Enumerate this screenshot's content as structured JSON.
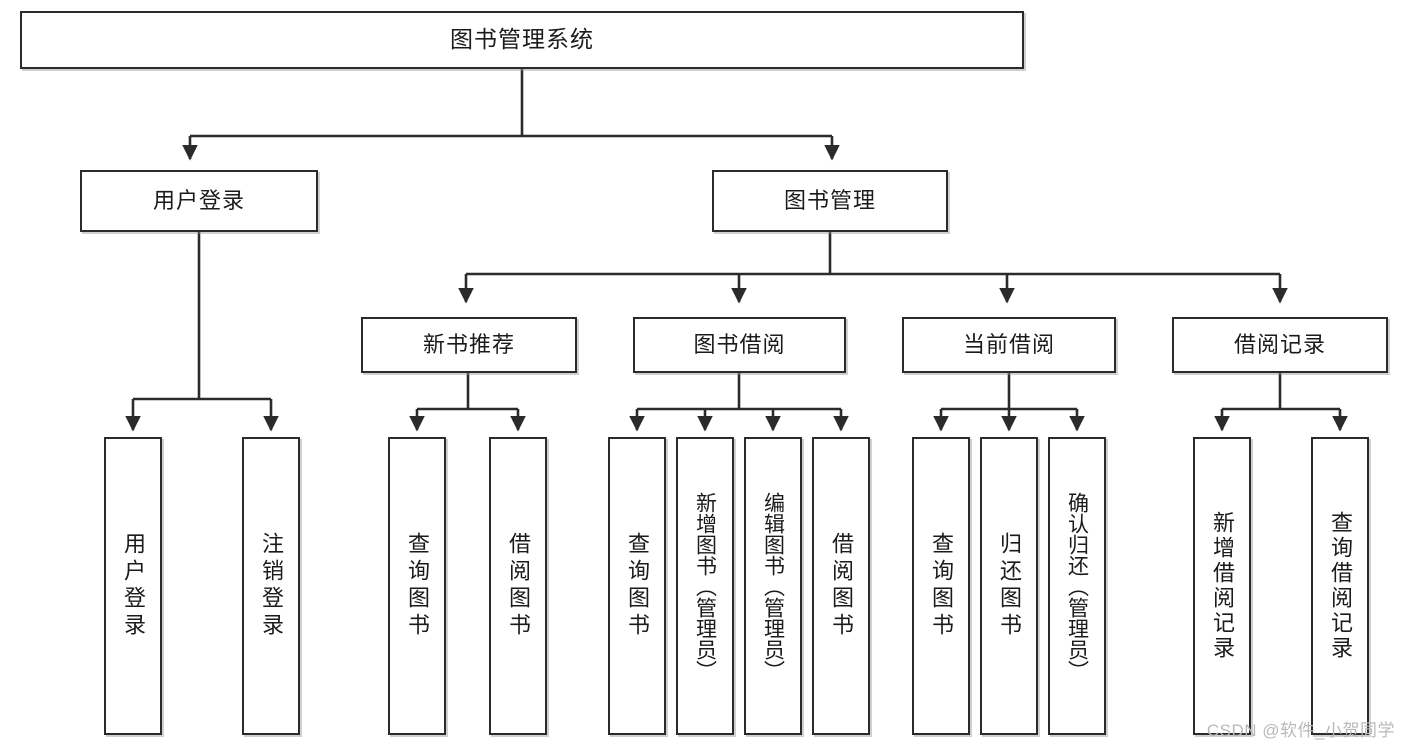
{
  "diagram": {
    "title": "图书管理系统",
    "watermark": "CSDN @软件_小贺同学",
    "colors": {
      "stroke": "#2b2b2b",
      "fill": "#ffffff",
      "text": "#1b1b1b",
      "watermark": "#b9b9b9"
    },
    "nodes": {
      "root": {
        "label": "图书管理系统"
      },
      "level1": [
        {
          "id": "user-login",
          "label": "用户登录"
        },
        {
          "id": "book-manage",
          "label": "图书管理"
        }
      ],
      "level2": [
        {
          "id": "new-book-recommend",
          "label": "新书推荐"
        },
        {
          "id": "book-borrow",
          "label": "图书借阅"
        },
        {
          "id": "current-borrow",
          "label": "当前借阅"
        },
        {
          "id": "borrow-record",
          "label": "借阅记录"
        }
      ],
      "leaves": {
        "user-login": [
          {
            "id": "leaf-user-login",
            "label": "用户登录"
          },
          {
            "id": "leaf-logout",
            "label": "注销登录"
          }
        ],
        "new-book-recommend": [
          {
            "id": "leaf-query-book-1",
            "label": "查询图书"
          },
          {
            "id": "leaf-borrow-book-1",
            "label": "借阅图书"
          }
        ],
        "book-borrow": [
          {
            "id": "leaf-query-book-2",
            "label": "查询图书"
          },
          {
            "id": "leaf-add-book",
            "label": "新增图书（管理员）"
          },
          {
            "id": "leaf-edit-book",
            "label": "编辑图书（管理员）"
          },
          {
            "id": "leaf-borrow-book-2",
            "label": "借阅图书"
          }
        ],
        "current-borrow": [
          {
            "id": "leaf-query-book-3",
            "label": "查询图书"
          },
          {
            "id": "leaf-return-book",
            "label": "归还图书"
          },
          {
            "id": "leaf-confirm-return",
            "label": "确认归还（管理员）"
          }
        ],
        "borrow-record": [
          {
            "id": "leaf-add-record",
            "label": "新增借阅记录"
          },
          {
            "id": "leaf-query-record",
            "label": "查询借阅记录"
          }
        ]
      }
    }
  }
}
